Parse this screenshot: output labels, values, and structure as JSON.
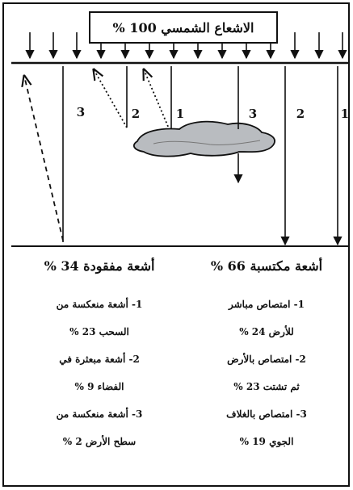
{
  "diagram": {
    "title": "الاشعاع الشمسي 100 %",
    "branch_numbers": {
      "reflected_right": "1",
      "reflected_mid": "2",
      "reflected_left": "3",
      "absorbed_cloud": "3",
      "absorbed_mid": "2",
      "absorbed_right": "1"
    }
  },
  "gained": {
    "heading": "أشعة مكتسبة 66 %",
    "lines": [
      "1- امتصاص مباشر",
      "للأرض 24 %",
      "2- امتصاص بالأرض",
      "ثم تشتت 23 %",
      "3- امتصاص بالغلاف",
      "الجوي 19 %"
    ]
  },
  "lost": {
    "heading": "أشعة مفقودة 34 %",
    "lines": [
      "1- أشعة منعكسة من",
      "السحب 23 %",
      "2- أشعة مبعثرة في",
      "الفضاء 9 %",
      "3- أشعة منعكسة من",
      "سطح الأرض 2 %"
    ]
  },
  "colors": {
    "line": "#111111",
    "cloud_fill": "#b9bcc0",
    "background": "#ffffff"
  }
}
